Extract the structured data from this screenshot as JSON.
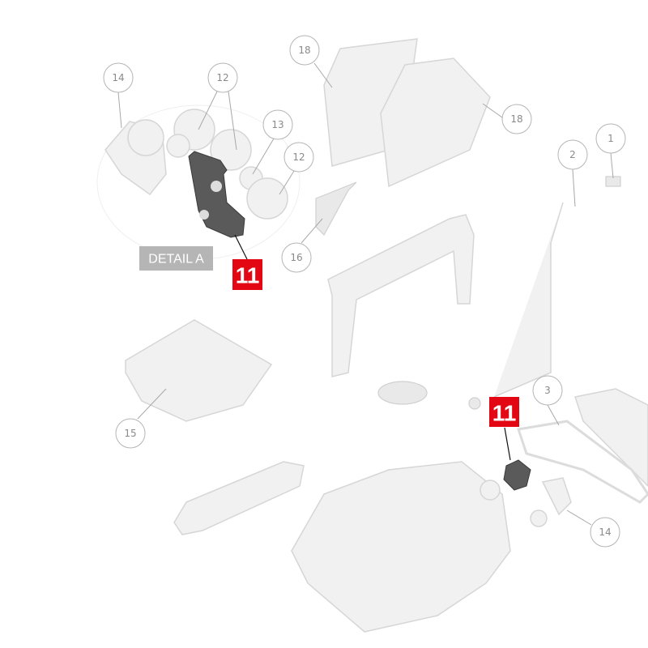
{
  "diagram": {
    "detail_label": "DETAIL A",
    "highlight_part": "11",
    "highlight_color": "#e30613",
    "callouts": {
      "c14_detail": "14",
      "c12_a": "12",
      "c13": "13",
      "c12_b": "12",
      "c18_a": "18",
      "c18_b": "18",
      "c1": "1",
      "c2": "2",
      "c16": "16",
      "c15": "15",
      "c3": "3",
      "c14_main": "14"
    },
    "highlight_callouts": [
      "11",
      "11"
    ]
  }
}
